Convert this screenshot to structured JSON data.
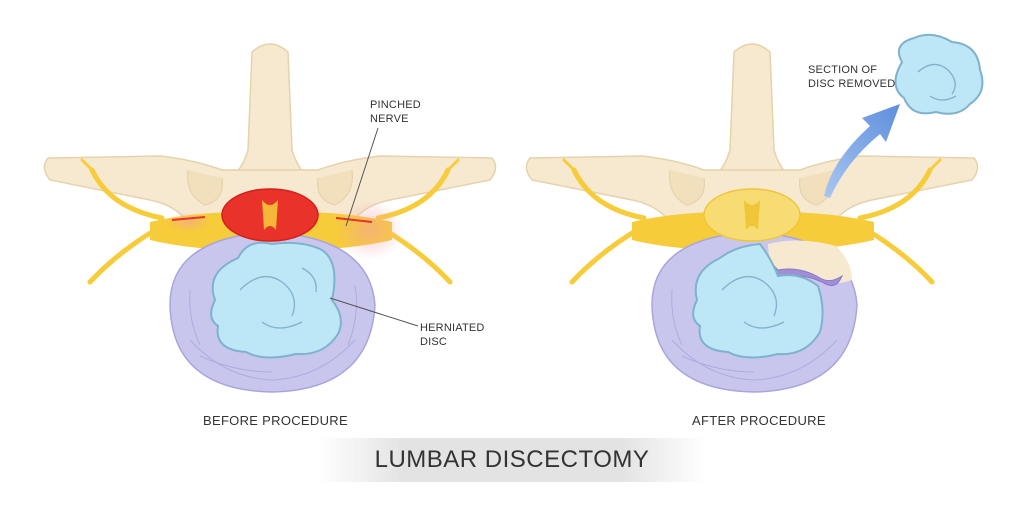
{
  "title": "LUMBAR DISCECTOMY",
  "panels": {
    "before": {
      "caption": "BEFORE PROCEDURE",
      "labels": {
        "pinched_nerve": "PINCHED\nNERVE",
        "herniated_disc": "HERNIATED\nDISC"
      }
    },
    "after": {
      "caption": "AFTER PROCEDURE",
      "labels": {
        "section_removed": "SECTION OF\nDISC REMOVED"
      }
    }
  },
  "colors": {
    "bone": "#f6e9cf",
    "bone_outline": "#e6d2ac",
    "nerve": "#f7cc3a",
    "nerve_inflamed": "#e8322a",
    "disc_annulus": "#c9c6ee",
    "disc_annulus_outline": "#a9a5dc",
    "nucleus": "#bde6f6",
    "nucleus_outline": "#7fb2cc",
    "arrow": "#7aa7e4",
    "text": "#333333"
  }
}
